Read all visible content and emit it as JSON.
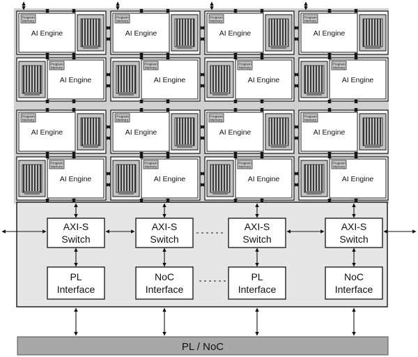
{
  "tile": {
    "engine_label": "AI Engine",
    "program_memory": [
      "Program",
      "Memory"
    ],
    "rows": 4,
    "columns": 4
  },
  "interface_tiles": [
    {
      "switch": [
        "AXI-S",
        "Switch"
      ],
      "interface": [
        "PL",
        "Interface"
      ]
    },
    {
      "switch": [
        "AXI-S",
        "Switch"
      ],
      "interface": [
        "NoC",
        "Interface"
      ]
    },
    {
      "switch": [
        "AXI-S",
        "Switch"
      ],
      "interface": [
        "PL",
        "Interface"
      ]
    },
    {
      "switch": [
        "AXI-S",
        "Switch"
      ],
      "interface": [
        "NoC",
        "Interface"
      ]
    }
  ],
  "bottom_bar": {
    "label": "PL / NoC"
  },
  "colors": {
    "interface_area": "#e6e6e6",
    "bottom_bar": "#a8a8a8",
    "memory_block": "#c4c4c4",
    "memory_core": "#3c3c3c",
    "program_memory_fill": "#c8c8c8"
  }
}
